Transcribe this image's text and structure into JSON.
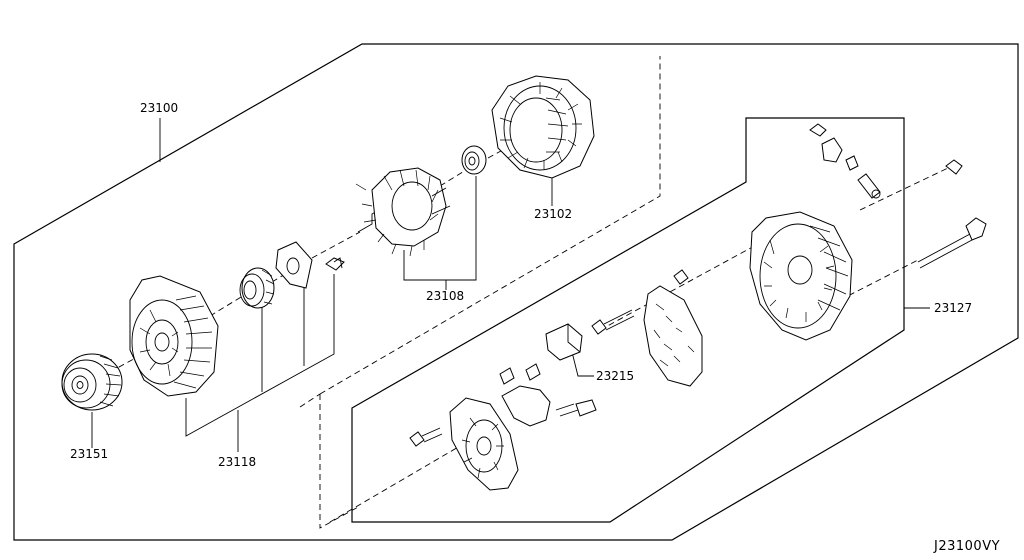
{
  "diagram": {
    "code": "J23100VY",
    "labels": {
      "assembly": "23100",
      "pulley": "23151",
      "front_bracket_set": "23118",
      "rotor": "23108",
      "stator": "23102",
      "regulator_brush": "23215",
      "rear_cover_set": "23127"
    }
  },
  "colors": {
    "ink": "#000000",
    "paper": "#ffffff"
  }
}
